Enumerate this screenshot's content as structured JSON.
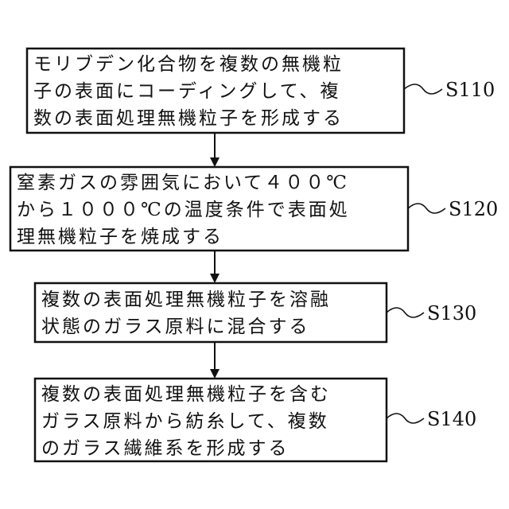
{
  "steps": [
    {
      "id": "S110",
      "lines": [
        "モリブデン化合物を複数の無機粒",
        "子の表面にコーディングして、複",
        "数の表面処理無機粒子を形成する"
      ]
    },
    {
      "id": "S120",
      "lines": [
        "窒素ガスの雰囲気において４００℃",
        "から１０００℃の温度条件で表面処",
        "理無機粒子を焼成する"
      ]
    },
    {
      "id": "S130",
      "lines": [
        "複数の表面処理無機粒子を溶融",
        "状態のガラス原料に混合する"
      ]
    },
    {
      "id": "S140",
      "lines": [
        "複数の表面処理無機粒子を含む",
        "ガラス原料から紡糸して、複数",
        "のガラス繊維系を形成する"
      ]
    }
  ]
}
